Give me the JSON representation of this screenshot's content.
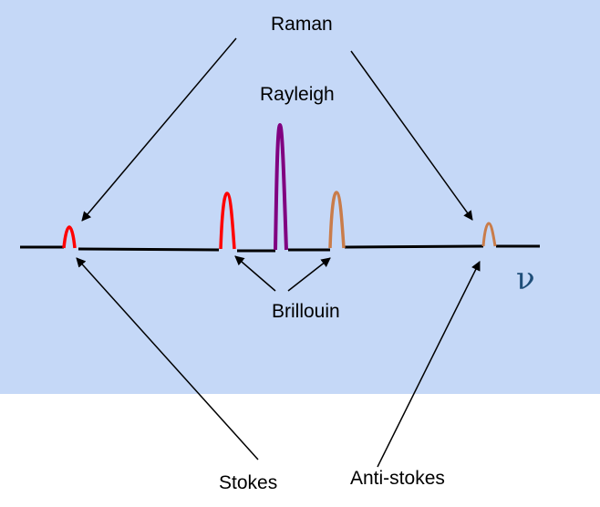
{
  "diagram": {
    "labels": {
      "raman": "Raman",
      "rayleigh": "Rayleigh",
      "brillouin": "Brillouin",
      "stokes": "Stokes",
      "anti_stokes": "Anti-stokes",
      "frequency_symbol": "ν"
    },
    "colors": {
      "background_panel": "#c5d8f7",
      "page": "#ffffff",
      "baseline": "#000000",
      "stokes_peak": "#ff0000",
      "rayleigh_peak": "#800080",
      "anti_stokes_peak": "#c97c4a",
      "frequency_symbol": "#1f4e79"
    }
  }
}
